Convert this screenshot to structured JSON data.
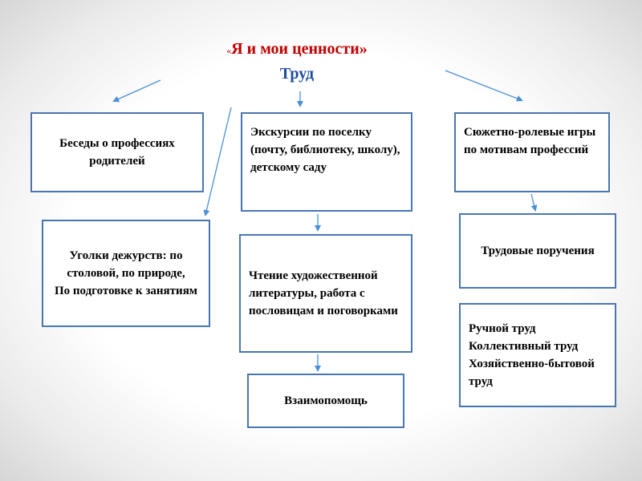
{
  "title": {
    "quote_open": "«",
    "text": "Я и мои ценности»"
  },
  "subtitle": "Труд",
  "boxes": {
    "besedy": "Беседы о профессиях родителей",
    "ekskursii": "Экскурсии по поселку (почту, библиотеку, школу), детскому саду",
    "syuzhetno": "Сюжетно-ролевые игры по мотивам профессий",
    "ugolki": "Уголки дежурств: по столовой, по природе,\nПо подготовке к занятиям",
    "chtenie": "Чтение художественной литературы, работа с пословицам и поговорками",
    "trudovye": "Трудовые поручения",
    "vzaimopomosch": "Взаимопомощь",
    "ruchnoy": "Ручной труд\nКоллективный труд\nХозяйственно-бытовой труд"
  },
  "colors": {
    "title": "#c00000",
    "subtitle": "#1f4e9c",
    "box_border": "#4a76b0",
    "arrow": "#4a8fd4"
  }
}
